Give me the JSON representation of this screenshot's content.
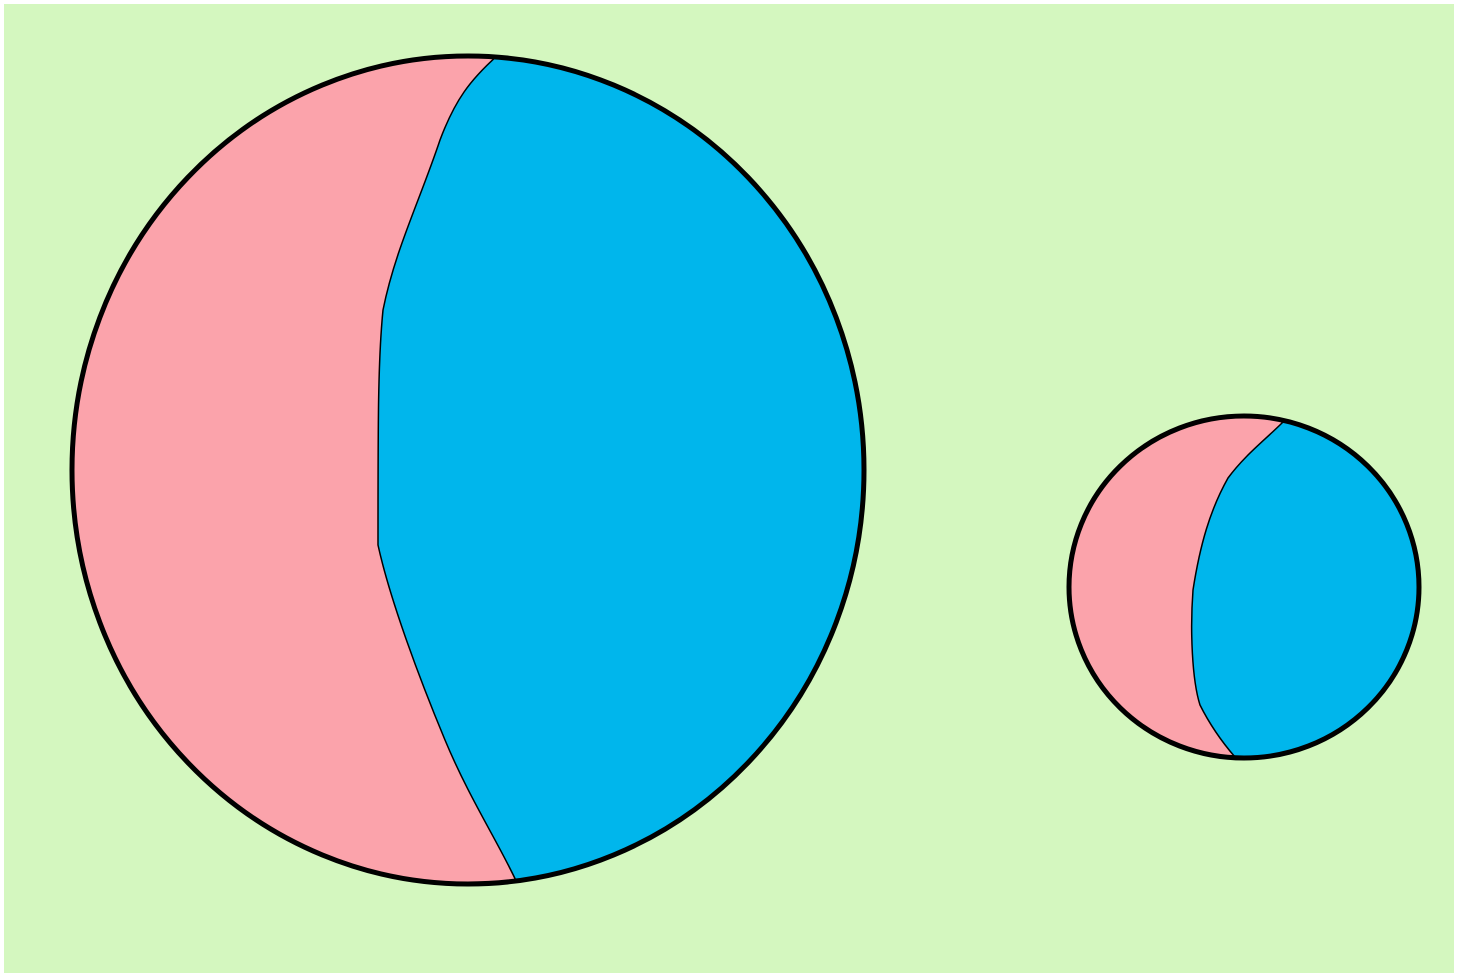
{
  "colors": {
    "background": "#d4f7bf",
    "page_border": "#ffffff",
    "left_region": "#fba3ab",
    "right_region": "#00b6ec",
    "outline": "#000000"
  },
  "shapes": [
    {
      "name": "large-circle",
      "left_color": "left_region",
      "right_color": "right_region"
    },
    {
      "name": "small-circle",
      "left_color": "left_region",
      "right_color": "right_region"
    }
  ]
}
